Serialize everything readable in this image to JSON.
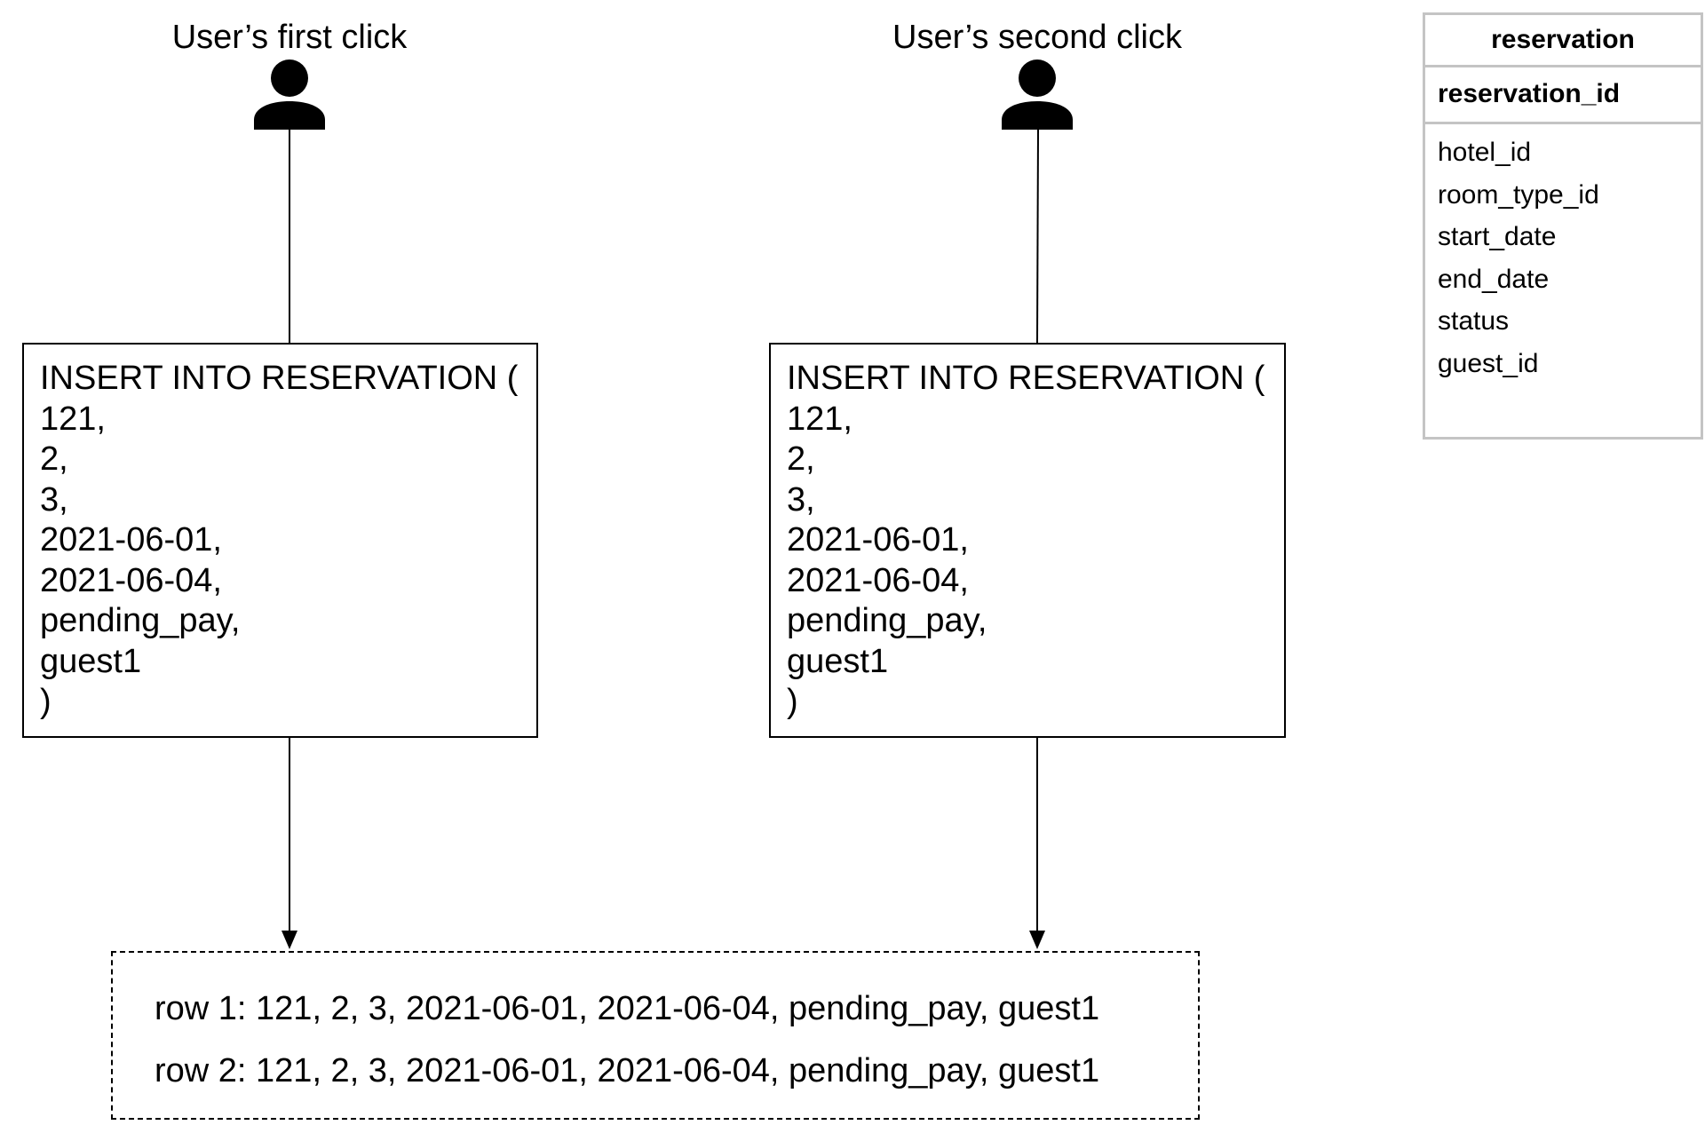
{
  "users": {
    "first_label": "User’s first click",
    "second_label": "User’s second click"
  },
  "query_boxes": [
    {
      "lines": [
        "INSERT INTO RESERVATION (",
        "121,",
        "2,",
        "3,",
        "2021-06-01,",
        "2021-06-04,",
        "pending_pay,",
        "guest1",
        ")"
      ]
    },
    {
      "lines": [
        "INSERT INTO RESERVATION (",
        "121,",
        "2,",
        "3,",
        "2021-06-01,",
        "2021-06-04,",
        "pending_pay,",
        "guest1",
        ")"
      ]
    }
  ],
  "result_rows": [
    "row 1: 121, 2, 3, 2021-06-01, 2021-06-04, pending_pay, guest1",
    "row 2: 121, 2, 3, 2021-06-01, 2021-06-04, pending_pay, guest1"
  ],
  "table": {
    "name": "reservation",
    "primary_key": "reservation_id",
    "fields": [
      "hotel_id",
      "room_type_id",
      "start_date",
      "end_date",
      "status",
      "guest_id"
    ]
  },
  "colors": {
    "stroke": "#000000",
    "table_border": "#c4c4c4",
    "background": "#ffffff"
  },
  "icons": [
    "user-icon",
    "user-icon"
  ]
}
